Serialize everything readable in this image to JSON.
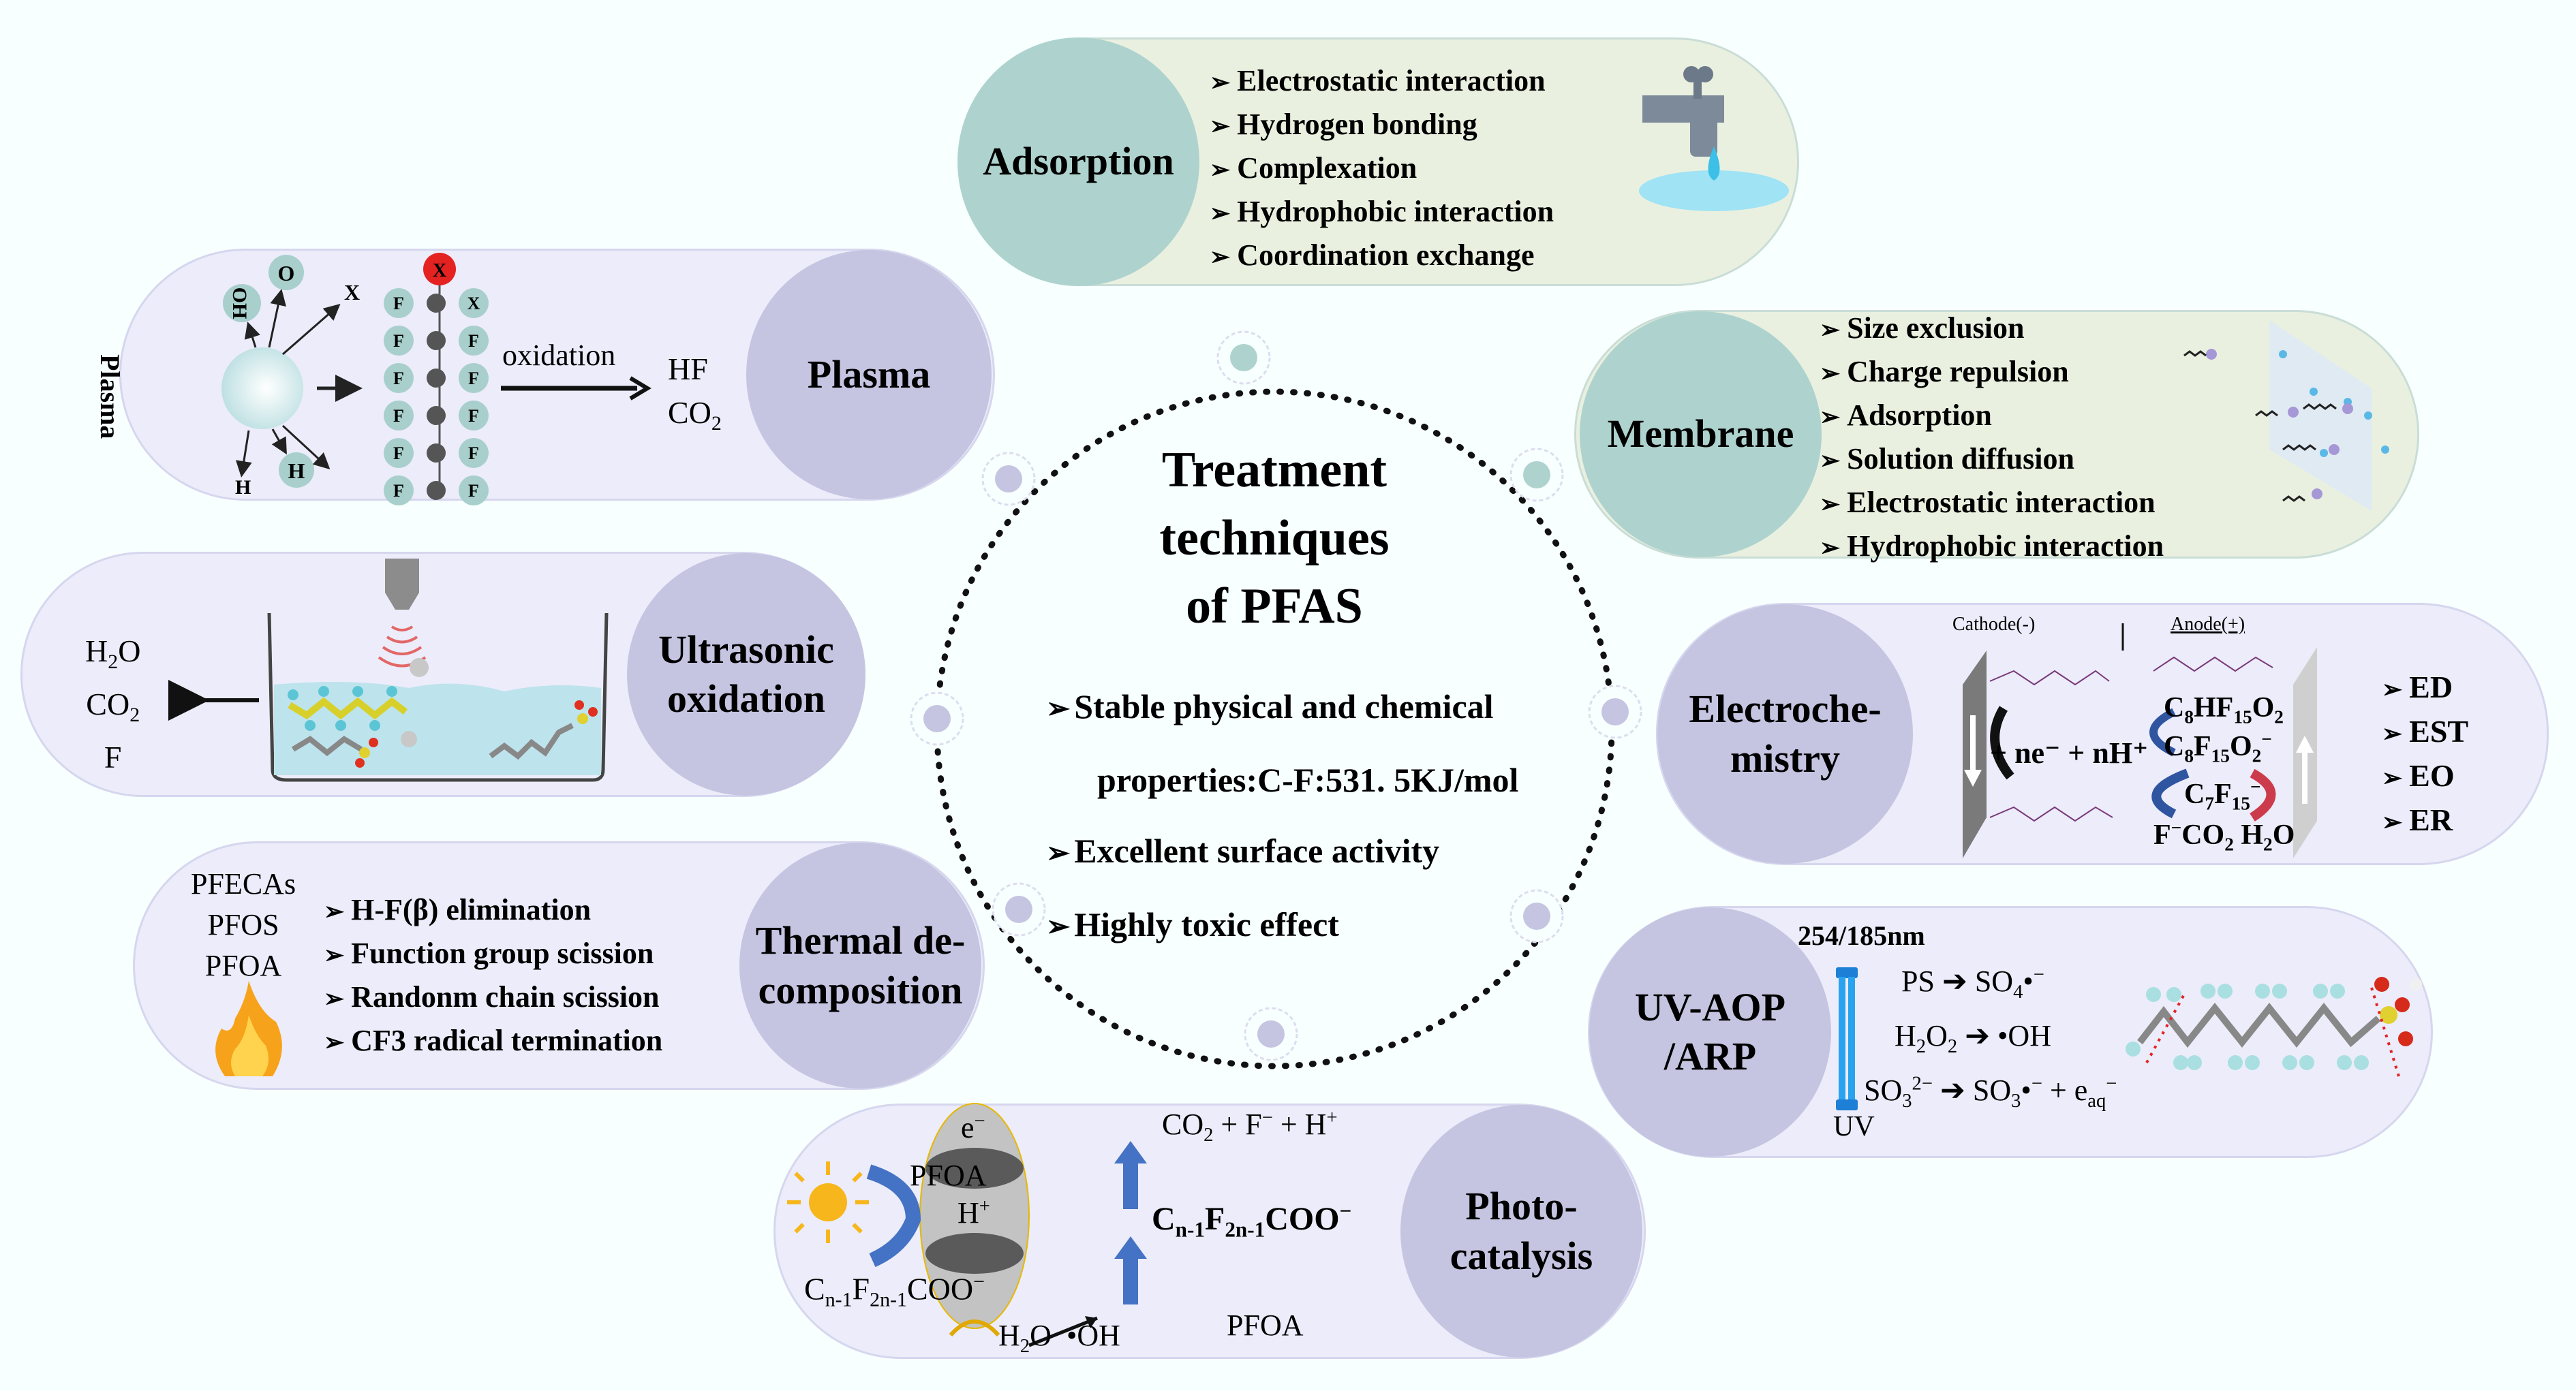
{
  "title": [
    "Treatment",
    "techniques",
    "of PFAS"
  ],
  "properties": [
    "Stable physical and chemical",
    "properties:C-F:531. 5KJ/mol",
    "Excellent surface activity",
    "Highly toxic effect"
  ],
  "colors": {
    "background": "#f8ffff",
    "purple_cap": "#c5c5e2",
    "purple_body": "#ececfa",
    "teal_cap": "#aed3ce",
    "teal_body": "#eaf0e0",
    "uv_lamp": "#29a3f0",
    "flame": "#f7a21b",
    "sun": "#f7b61b",
    "arrow_blue": "#4472c4",
    "highlight_red": "#e52222"
  },
  "adsorption": {
    "label": "Adsorption",
    "mechanisms": [
      "Electrostatic interaction",
      "Hydrogen bonding",
      "Complexation",
      "Hydrophobic interaction",
      "Coordination exchange"
    ],
    "icon": "water-tap-icon"
  },
  "plasma": {
    "label": "Plasma",
    "side_label": "Plasma",
    "species": [
      "OH",
      "O",
      "X",
      "H",
      "H"
    ],
    "chain_atoms": [
      "X",
      "F",
      "X",
      "F",
      "F",
      "F",
      "F",
      "F",
      "F",
      "F",
      "F",
      "F",
      "F"
    ],
    "step": "oxidation",
    "products": [
      "HF",
      "CO2"
    ]
  },
  "membrane": {
    "label": "Membrane",
    "mechanisms": [
      "Size exclusion",
      "Charge repulsion",
      "Adsorption",
      "Solution diffusion",
      "Electrostatic interaction",
      "Hydrophobic interaction"
    ]
  },
  "ultrasonic": {
    "label_line1": "Ultrasonic",
    "label_line2": "oxidation",
    "products": [
      "H2O",
      "CO2",
      "F"
    ]
  },
  "electrochemistry": {
    "label_line1": "Electroche-",
    "label_line2": "mistry",
    "cathode": "Cathode(-)",
    "anode": "Anode(+)",
    "reduction": "+ ne⁻ + nH⁺",
    "species": [
      "C8HF15O2",
      "C8F15O2-",
      "C7F15-"
    ],
    "products": "F⁻ CO2 H2O",
    "electron": "e⁻",
    "methods": [
      "ED",
      "EST",
      "EO",
      "ER"
    ]
  },
  "thermal": {
    "label_line1": "Thermal de-",
    "label_line2": "composition",
    "compounds": [
      "PFECAs",
      "PFOS",
      "PFOA"
    ],
    "mechanisms": [
      "H-F(β) elimination",
      "Function group scission",
      "Randonm chain scission",
      "CF3 radical termination"
    ]
  },
  "uv": {
    "label_line1": "UV-AOP",
    "label_line2": "/ARP",
    "wavelength": "254/185nm",
    "lamp_label": "UV",
    "reactions": [
      {
        "left": "PS",
        "right": "SO4•⁻"
      },
      {
        "left": "H2O2",
        "right": "•OH"
      },
      {
        "left": "SO3 2⁻",
        "right": "SO3•⁻ + e aq⁻"
      }
    ]
  },
  "photocatalysis": {
    "label_line1": "Photo-",
    "label_line2": "catalysis",
    "electron": "e⁻",
    "hole": "H⁺",
    "reactant": "PFOA",
    "intermediate": "Cn-1F2n-1COO⁻",
    "final": "CO2 + F⁻ + H⁺",
    "water": "H2O",
    "radical": "•OH"
  }
}
